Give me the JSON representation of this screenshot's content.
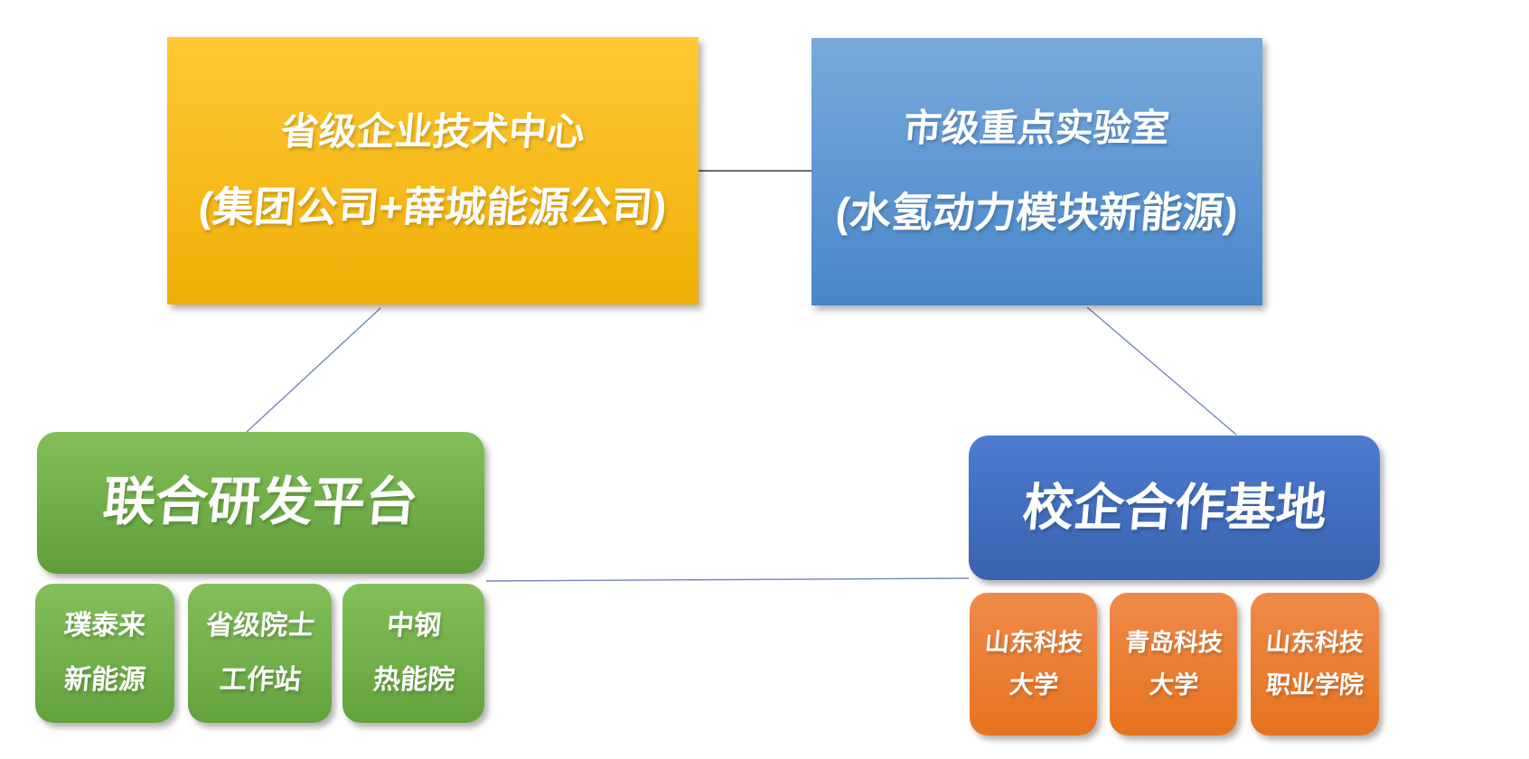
{
  "diagram": {
    "top_left_box": {
      "line1": "省级企业技术中心",
      "line2": "(集团公司+薛城能源公司)"
    },
    "top_right_box": {
      "line1": "市级重点实验室",
      "line2": "(水氢动力模块新能源)"
    },
    "left_platform_box": {
      "label": "联合研发平台"
    },
    "right_platform_box": {
      "label": "校企合作基地"
    },
    "left_children": [
      {
        "line1": "璞泰来",
        "line2": "新能源"
      },
      {
        "line1": "省级院士",
        "line2": "工作站"
      },
      {
        "line1": "中钢",
        "line2": "热能院"
      }
    ],
    "right_children": [
      {
        "line1": "山东科技",
        "line2": "大学"
      },
      {
        "line1": "青岛科技",
        "line2": "大学"
      },
      {
        "line1": "山东科技",
        "line2": "职业学院"
      }
    ],
    "palette": {
      "gold_top": "#FEC935",
      "gold_bottom": "#EFAE05",
      "sky_blue_top": "#79A9DC",
      "sky_blue_bottom": "#4787C9",
      "green_top": "#83BF59",
      "green_bottom": "#5E9E38",
      "navy_top": "#4C7BD0",
      "navy_bottom": "#3A63AE",
      "orange_top": "#EF8A4A",
      "orange_bottom": "#E6731F",
      "connector_dark": "#3A3A3A",
      "connector_blue": "#7286B9",
      "text_color": "#FFFFFF"
    }
  }
}
